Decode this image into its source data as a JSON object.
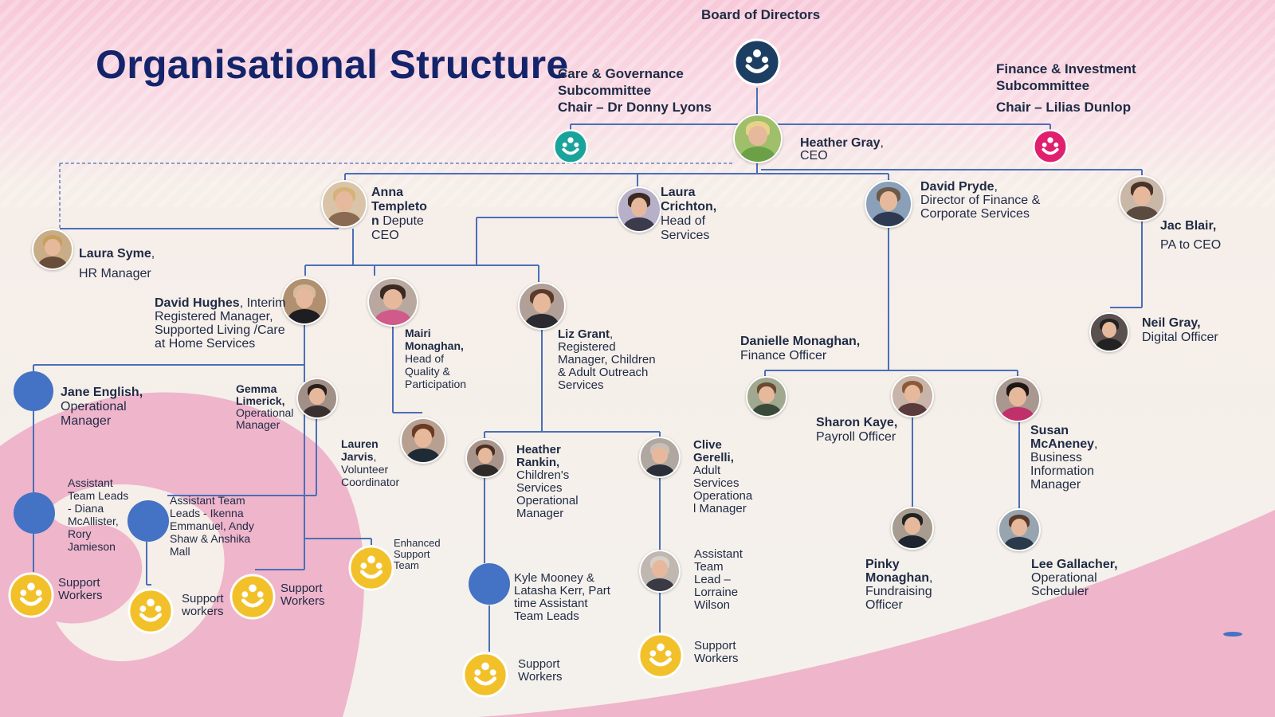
{
  "title": "Organisational Structure",
  "colors": {
    "navy": "#14246b",
    "line": "#4a6fb8",
    "blue_dot": "#4472c4",
    "teal_logo": "#1aa39b",
    "magenta_logo": "#e0206f",
    "gold_logo": "#f2c12a",
    "board_logo": "#1c3e63",
    "pink_swirl": "#efb5cb"
  },
  "board": {
    "label": "Board of Directors",
    "icon": "organisation-logo-icon"
  },
  "subcommittees": {
    "care": {
      "name": "Care & Governance Subcommittee",
      "chair": "Chair – Dr Donny Lyons",
      "icon": "teal-logo-icon"
    },
    "finance": {
      "name": "Finance & Investment Subcommittee",
      "chair": "Chair – Lilias Dunlop",
      "icon": "magenta-logo-icon"
    }
  },
  "people": {
    "heather_gray": {
      "name": "Heather Gray",
      "role": "CEO"
    },
    "anna": {
      "name_1": "Anna",
      "name_2": "Templeto",
      "name_3": "n",
      "role_1": "Depute",
      "role_2": "CEO"
    },
    "laura_crichton": {
      "name_1": "Laura",
      "name_2": "Crichton,",
      "role_1": "Head of",
      "role_2": "Services"
    },
    "david_pryde": {
      "name": "David Pryde",
      "role_1": "Director of Finance &",
      "role_2": "Corporate Services"
    },
    "jac_blair": {
      "name": "Jac Blair,",
      "role": "PA to CEO"
    },
    "laura_syme": {
      "name": "Laura Syme",
      "role": "HR Manager"
    },
    "neil_gray": {
      "name": "Neil Gray,",
      "role": "Digital Officer"
    },
    "david_hughes": {
      "name": "David Hughes",
      "role_1": ", Interim",
      "role_2": "Registered Manager,",
      "role_3": "Supported Living /Care",
      "role_4": "at Home Services"
    },
    "mairi": {
      "name_1": "Mairi",
      "name_2": "Monaghan,",
      "role_1": "Head of",
      "role_2": "Quality &",
      "role_3": "Participation"
    },
    "liz_grant": {
      "name": "Liz Grant",
      "role_1": "Registered",
      "role_2": "Manager, Children",
      "role_3": "& Adult Outreach",
      "role_4": "Services"
    },
    "danielle": {
      "name": "Danielle Monaghan,",
      "role": "Finance Officer"
    },
    "sharon": {
      "name": "Sharon Kaye,",
      "role": "Payroll Officer"
    },
    "susan": {
      "name_1": "Susan",
      "name_2": "McAneney",
      "role_1": "Business",
      "role_2": "Information",
      "role_3": "Manager"
    },
    "jane_english": {
      "name": "Jane English,",
      "role_1": "Operational",
      "role_2": "Manager"
    },
    "gemma": {
      "name_1": "Gemma",
      "name_2": "Limerick,",
      "role_1": "Operational",
      "role_2": "Manager"
    },
    "lauren": {
      "name_1": "Lauren",
      "name_2": "Jarvis",
      "role_1": "Volunteer",
      "role_2": "Coordinator"
    },
    "heather_rankin": {
      "name_1": "Heather",
      "name_2": "Rankin,",
      "role_1": "Children's",
      "role_2": "Services",
      "role_3": "Operational",
      "role_4": "Manager"
    },
    "clive": {
      "name_1": "Clive",
      "name_2": "Gerelli,",
      "role_1": "Adult",
      "role_2": "Services",
      "role_3": "Operationa",
      "role_4": "l Manager"
    },
    "pinky": {
      "name_1": "Pinky",
      "name_2": "Monaghan",
      "role_1": "Fundraising",
      "role_2": "Officer"
    },
    "lee": {
      "name": "Lee Gallacher,",
      "role_1": "Operational",
      "role_2": "Scheduler"
    }
  },
  "teams": {
    "atl_diana": [
      "Assistant",
      "Team Leads",
      "-  Diana",
      "McAllister,",
      "Rory",
      "Jamieson"
    ],
    "atl_ikenna": [
      "Assistant Team",
      "Leads - Ikenna",
      "Emmanuel, Andy",
      "Shaw & Anshika",
      "Mall"
    ],
    "enhanced": [
      "Enhanced",
      "Support",
      "Team"
    ],
    "kyle": [
      "Kyle Mooney &",
      "Latasha Kerr, Part",
      "time Assistant",
      "Team Leads"
    ],
    "atl_lorraine": [
      "Assistant",
      "Team",
      "Lead –",
      "Lorraine",
      "Wilson"
    ],
    "sw1": [
      "Support",
      "Workers"
    ],
    "sw2": [
      "Support",
      "workers"
    ],
    "sw3": [
      "Support",
      "Workers"
    ],
    "sw4": [
      "Support",
      "Workers"
    ],
    "sw5": [
      "Support",
      "Workers"
    ]
  }
}
